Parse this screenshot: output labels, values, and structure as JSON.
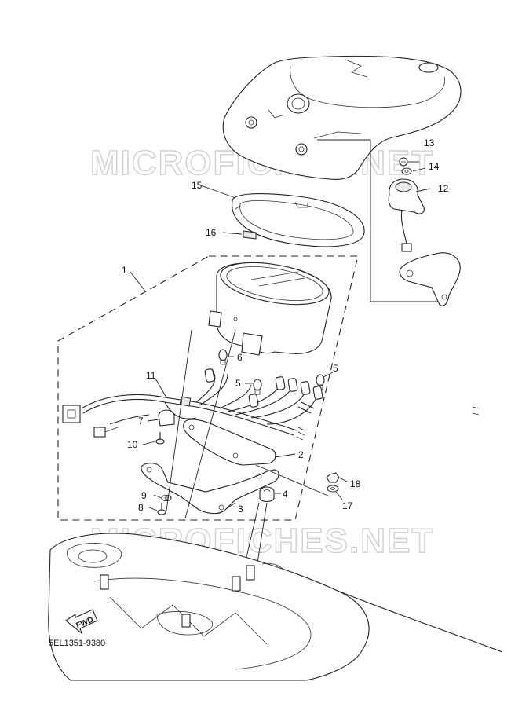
{
  "diagram": {
    "watermark": "MICROFICHES.NET",
    "drawing_code": "5EL1351-9380",
    "direction_label": "FWD",
    "callouts": {
      "c1": "1",
      "c2": "2",
      "c3": "3",
      "c4": "4",
      "c5a": "5",
      "c5b": "5",
      "c6": "6",
      "c7": "7",
      "c8": "8",
      "c9": "9",
      "c10": "10",
      "c11": "11",
      "c12": "12",
      "c13": "13",
      "c14": "14",
      "c15": "15",
      "c16": "16",
      "c17": "17",
      "c18": "18"
    }
  }
}
